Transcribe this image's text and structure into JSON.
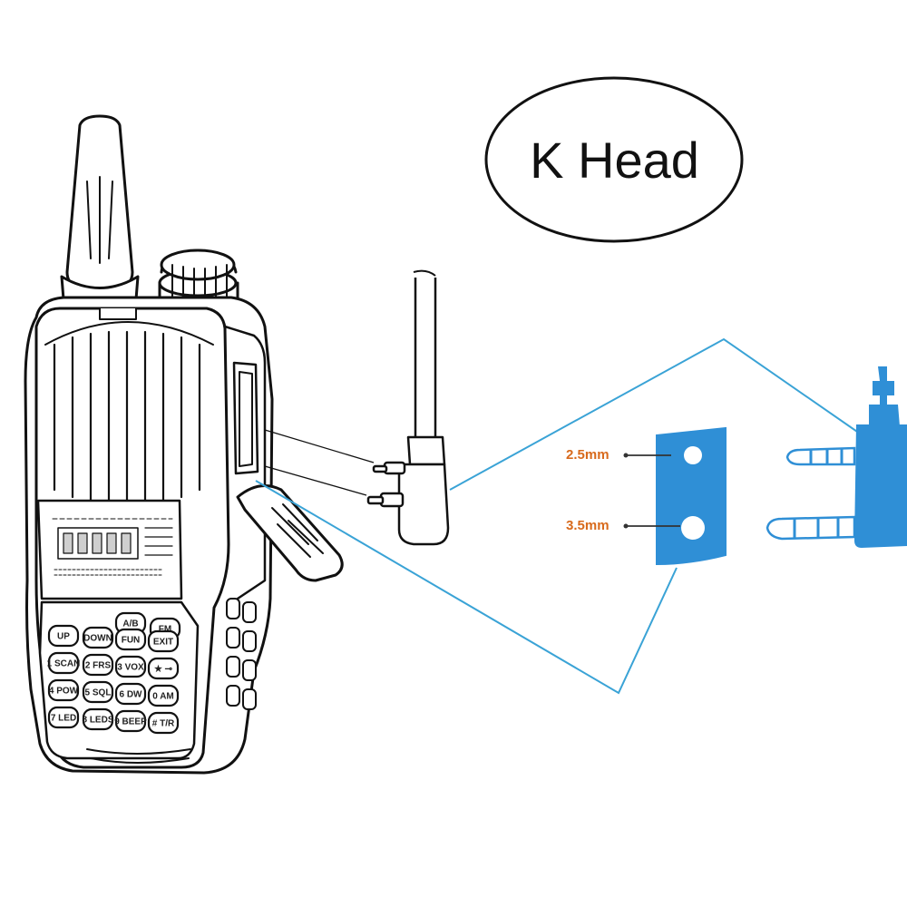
{
  "title": "K Head",
  "pin_labels": {
    "small": "2.5mm",
    "large": "3.5mm"
  },
  "keypad": {
    "top_keys": [
      "A/B",
      "FM"
    ],
    "rows": [
      [
        "UP",
        "DOWN",
        "FUN",
        "EXIT"
      ],
      [
        "1 SCAN",
        "2 FRS",
        "3 VOX",
        "★ ⊸"
      ],
      [
        "4 POW",
        "5 SQL",
        "6 DW",
        "0 AM"
      ],
      [
        "7 LED",
        "8 LEDS",
        "9 BEEP",
        "# T/R"
      ]
    ]
  },
  "colors": {
    "accent_line": "#3aa3d6",
    "plug_blue": "#2f8fd6",
    "pin_label": "#d86a1c",
    "ink": "#111111"
  }
}
